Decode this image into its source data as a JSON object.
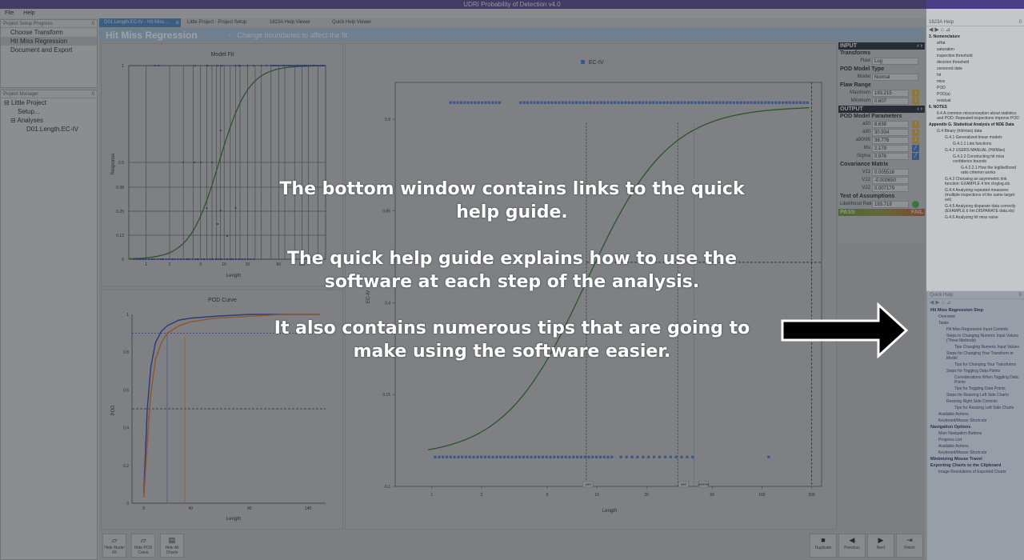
{
  "window_title": "UDRI Probability of Detection v4.0",
  "menu": [
    "File",
    "Help"
  ],
  "setup_panel": {
    "title": "Project Setup Progress",
    "pin": "0",
    "items": [
      "Choose Transform",
      "Hit Miss Regression",
      "Document and Export"
    ]
  },
  "manager_panel": {
    "title": "Project Manager",
    "pin": "0",
    "tree": [
      "Little Project",
      "Setup...",
      "Analyses",
      "D01.Length.EC-IV"
    ]
  },
  "tabs": [
    "D01.Length.EC-IV - Hit Miss ...",
    "Little Project - Project Setup",
    "1823A Help Viewer",
    "Quick Help Viewer"
  ],
  "tab_close": "×",
  "header": {
    "title": "Hit Miss Regression",
    "sep": "-",
    "subtitle": "Change boundaries to affect the fit."
  },
  "chart_data": [
    {
      "type": "scatter",
      "title": "Model Fit",
      "xlabel": "Length",
      "ylabel": "Response",
      "xscale": "log",
      "x_ticks": [
        "1",
        "2",
        "5",
        "10",
        "20",
        "50",
        "100"
      ],
      "y_ticks": [
        "0",
        "0.13",
        "0.25",
        "0.38",
        "0.5",
        "1"
      ],
      "hit_x": [
        1.3,
        1.45,
        4.2,
        6.1,
        8.3,
        9.3,
        14,
        15.5,
        16,
        20,
        24,
        30,
        35,
        45,
        58,
        70,
        90,
        110,
        140
      ],
      "miss_x": [
        1.2,
        1.6,
        2.2,
        2.8,
        3.4,
        4.5,
        5.5,
        7,
        8,
        9,
        11,
        12.5,
        17,
        22
      ],
      "curve": "logistic"
    },
    {
      "type": "line",
      "title": "POD Curve",
      "xlabel": "Length",
      "ylabel": "POD",
      "x_ticks": [
        "0",
        "40",
        "90",
        "140"
      ],
      "y_ticks": [
        "0",
        "0.2",
        "0.4",
        "0.6",
        "0.8",
        "1"
      ],
      "series": [
        {
          "color": "#2a3fa8",
          "x": [
            0,
            3,
            6,
            10,
            15,
            20,
            30,
            40,
            60,
            90,
            120,
            150
          ],
          "y": [
            0.05,
            0.5,
            0.72,
            0.85,
            0.91,
            0.94,
            0.97,
            0.98,
            0.99,
            1.0,
            1.0,
            1.0
          ]
        },
        {
          "color": "#c8702a",
          "x": [
            0,
            3,
            6,
            10,
            15,
            20,
            30,
            40,
            60,
            90,
            120,
            150
          ],
          "y": [
            0.03,
            0.32,
            0.58,
            0.76,
            0.85,
            0.9,
            0.94,
            0.96,
            0.98,
            0.99,
            1.0,
            1.0
          ]
        }
      ],
      "hlines": [
        0.9,
        0.5
      ],
      "vlines": [
        20,
        35
      ]
    },
    {
      "type": "scatter",
      "title": "",
      "legend": [
        "EC-IV"
      ],
      "legend_position": "top",
      "xlabel": "Length",
      "ylabel": "EC-IV",
      "xscale": "log",
      "x_ticks": [
        "1",
        "2",
        "5",
        "10",
        "20",
        "50",
        "100",
        "200"
      ],
      "y_ticks": [
        "-0.1",
        "0.15",
        "0.4",
        "0.65",
        "0.9"
      ],
      "vline_labels": [
        "a50",
        "a90",
        "a90/95"
      ],
      "vline_x": [
        8.638,
        30.934,
        38.776
      ]
    }
  ],
  "input_panel": {
    "header": "INPUT",
    "transforms_label": "Transforms",
    "flaw_label": "Flaw",
    "flaw_value": "Log",
    "pod_model_type": "POD Model Type",
    "model_label": "Model",
    "model_value": "Normal",
    "flaw_range": "Flaw Range",
    "max_label": "Maximum",
    "max_value": "193.215",
    "min_label": "Minimum",
    "min_value": "0.607"
  },
  "output_panel": {
    "header": "OUTPUT",
    "params_title": "POD Model Parameters",
    "a50_label": "a50",
    "a50": "8.638",
    "a90_label": "a90",
    "a90": "30.934",
    "a9095_label": "a90/95",
    "a9095": "38.776",
    "mu_label": "Mu",
    "mu": "2.179",
    "sigma_label": "Sigma",
    "sigma": "0.976",
    "cov_title": "Covariance Matrix",
    "v11_label": "V11",
    "v11": "0.005516",
    "v12_label": "V12",
    "v12": "-0.000650",
    "v22_label": "V22",
    "v22": "0.007179",
    "test_title": "Test of Assumptions",
    "lr_label": "Likelihood Ratio",
    "lr": "193.719",
    "pass": "PASS",
    "fail": "FAIL"
  },
  "bottom_buttons": {
    "hide_model_fit": "Hide Model Fit",
    "hide_pod_curve": "Hide POD Curve",
    "hide_all_charts": "Hide All Charts",
    "duplicate": "Duplicate",
    "previous": "Previous",
    "next": "Next",
    "finish": "Finish"
  },
  "help_panel": {
    "title": "1823A Help",
    "pin": "0",
    "lines": [
      {
        "t": "3. Nomenclature",
        "b": true,
        "i": 0
      },
      {
        "t": "aHat",
        "b": false,
        "i": 1
      },
      {
        "t": "saturation",
        "b": false,
        "i": 1
      },
      {
        "t": "inspection threshold",
        "b": false,
        "i": 1
      },
      {
        "t": "decision threshold",
        "b": false,
        "i": 1
      },
      {
        "t": "censored data",
        "b": false,
        "i": 1
      },
      {
        "t": "hit",
        "b": false,
        "i": 1
      },
      {
        "t": "miss",
        "b": false,
        "i": 1
      },
      {
        "t": "POD",
        "b": false,
        "i": 1
      },
      {
        "t": "POD(a)",
        "b": false,
        "i": 1
      },
      {
        "t": "residual",
        "b": false,
        "i": 1
      },
      {
        "t": "6. NOTES",
        "b": true,
        "i": 0
      },
      {
        "t": "6.4 A common misconception about statistics and POD: Repeated inspections improve POD",
        "b": false,
        "i": 1
      },
      {
        "t": "Appendix G. Statistical Analysis of NDE Data",
        "b": true,
        "i": 0
      },
      {
        "t": "G.4 Binary (hit/miss) data",
        "b": false,
        "i": 1
      },
      {
        "t": "G.4.1 Generalized linear models",
        "b": false,
        "i": 2
      },
      {
        "t": "G.4.1.1 Link functions",
        "b": false,
        "i": 3
      },
      {
        "t": "G.4.2 USERS MANUAL (Hit/Miss)",
        "b": false,
        "i": 2
      },
      {
        "t": "G.4.2.2 Constructing hit miss confidence bounds",
        "b": false,
        "i": 3
      },
      {
        "t": "G.4.2.2.1 How the loglikelihood ratio criterion works",
        "b": false,
        "i": 4
      },
      {
        "t": "G.4.3 Choosing an asymmetric link function: EXAMPLE 4 hm cloglog.xls",
        "b": false,
        "i": 2
      },
      {
        "t": "G.4.4 Analyzing repeated measures (multiple inspections of the same target set)",
        "b": false,
        "i": 2
      },
      {
        "t": "G.4.5 Analyzing disparate data correctly (EXAMPLE 6 hm DISPARATE data.xls)",
        "b": false,
        "i": 2
      },
      {
        "t": "G.4.6 Analyzing hit miss noise",
        "b": false,
        "i": 2
      }
    ]
  },
  "quick_help": {
    "title": "Quick Help",
    "pin": "0",
    "lines": [
      {
        "t": "Hit Miss Regression Step",
        "b": true,
        "i": 0
      },
      {
        "t": "Overview",
        "b": false,
        "i": 1
      },
      {
        "t": "Tasks",
        "b": false,
        "i": 1
      },
      {
        "t": "Hit Miss Regression Input Controls",
        "b": false,
        "i": 2
      },
      {
        "t": "Steps to Changing Numeric Input Values (Three Methods)",
        "b": false,
        "i": 2
      },
      {
        "t": "Tips Changing Numeric Input Values",
        "b": false,
        "i": 3
      },
      {
        "t": "Steps for Changing Your Transform or Model",
        "b": false,
        "i": 2
      },
      {
        "t": "Tips for Changing Your Transforms",
        "b": false,
        "i": 3
      },
      {
        "t": "Steps for Toggling Data Points",
        "b": false,
        "i": 2
      },
      {
        "t": "Considerations When Toggling Data Points",
        "b": false,
        "i": 3
      },
      {
        "t": "Tips for Toggling Data Points",
        "b": false,
        "i": 3
      },
      {
        "t": "Steps for Resizing Left Side Charts",
        "b": false,
        "i": 2
      },
      {
        "t": "Resizing Right Side Controls",
        "b": false,
        "i": 2
      },
      {
        "t": "Tips for Resizing Left Side Charts",
        "b": false,
        "i": 3
      },
      {
        "t": "Available Actions",
        "b": false,
        "i": 1
      },
      {
        "t": "Keyboard/Mouse Shortcuts",
        "b": false,
        "i": 1
      },
      {
        "t": "Navigation Options",
        "b": true,
        "i": 0
      },
      {
        "t": "Main Navigation Buttons",
        "b": false,
        "i": 1
      },
      {
        "t": "Progress List",
        "b": false,
        "i": 1
      },
      {
        "t": "Available Actions",
        "b": false,
        "i": 1
      },
      {
        "t": "Keyboard/Mouse Shortcuts",
        "b": false,
        "i": 1
      },
      {
        "t": "Minimizing Mouse Travel",
        "b": true,
        "i": 0
      },
      {
        "t": "Exporting Charts to the Clipboard",
        "b": true,
        "i": 0
      },
      {
        "t": "Image Resolutions of Exported Charts",
        "b": false,
        "i": 1
      }
    ]
  },
  "overlay": {
    "p1": "The bottom window contains links to the quick help guide.",
    "p2": "The quick help guide explains how to use the software at each step of the analysis.",
    "p3": "It also contains numerous tips that are going to make using the software easier."
  },
  "colors": {
    "dim_overlay": "rgba(60,60,60,0.45)",
    "accent_blue": "#3d7ab8",
    "curve_green": "#1e6b22",
    "point_blue": "#3b6fc0",
    "pod_orange": "#c8702a",
    "pass_green": "#3fa33a"
  }
}
